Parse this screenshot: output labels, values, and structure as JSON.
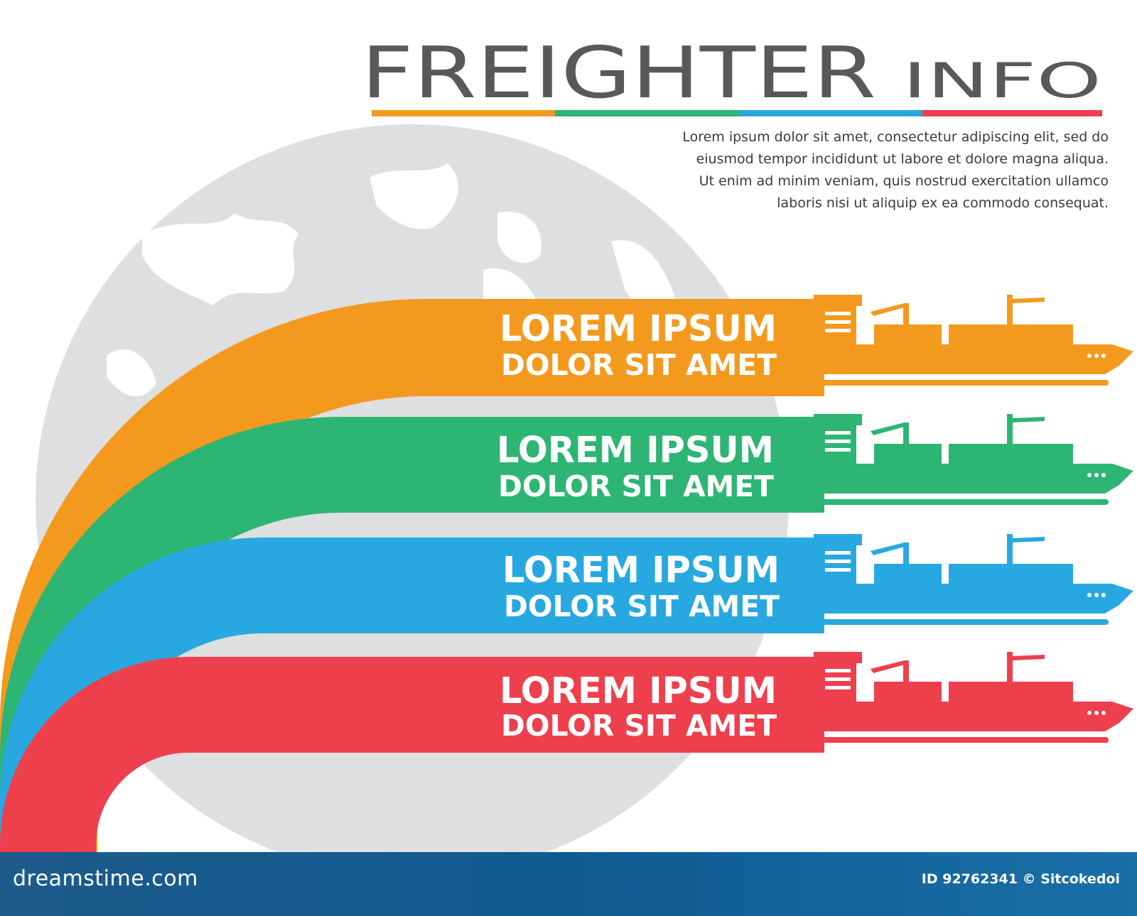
{
  "title": {
    "main": "FREIGHTER",
    "accent": "INFO"
  },
  "title_underline_colors": [
    "#f39a1e",
    "#2db573",
    "#28a8e0",
    "#ee3f4d"
  ],
  "description": "Lorem ipsum dolor sit amet, consectetur adipiscing elit, sed do eiusmod tempor incididunt ut labore et dolore magna aliqua. Ut enim ad minim veniam, quis nostrud exercitation ullamco laboris nisi ut aliquip ex ea commodo consequat.",
  "bands": [
    {
      "line1": "LOREM IPSUM",
      "line2": "DOLOR SIT AMET",
      "color": "#f39a1e",
      "icon": "cargo-ship-icon"
    },
    {
      "line1": "LOREM IPSUM",
      "line2": "DOLOR SIT AMET",
      "color": "#2db573",
      "icon": "cargo-ship-icon"
    },
    {
      "line1": "LOREM IPSUM",
      "line2": "DOLOR SIT AMET",
      "color": "#28a8e0",
      "icon": "cargo-ship-icon"
    },
    {
      "line1": "LOREM IPSUM",
      "line2": "DOLOR SIT AMET",
      "color": "#ee3f4d",
      "icon": "cargo-ship-icon"
    }
  ],
  "background_icon": "globe-icon",
  "footer": {
    "brand": "dreamstime.com",
    "id_text": "ID 92762341 © Sitcokedoi",
    "color": "#145c91"
  }
}
